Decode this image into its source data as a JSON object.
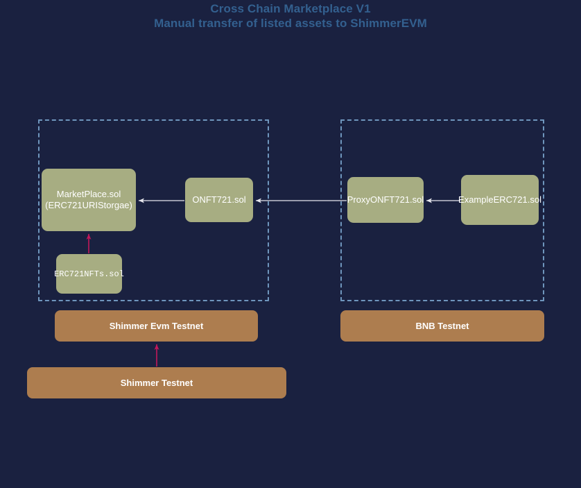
{
  "title": {
    "line1": "Cross Chain Marketplace V1",
    "line2": "Manual transfer of listed assets to ShimmerEVM",
    "color": "#33608f"
  },
  "theme": {
    "background": "#1a2140",
    "contract_fill": "#a7ad82",
    "chain_fill": "#ad7d4f",
    "group_border": "#6f96bd",
    "arrow_white": "#e8e8ee",
    "arrow_pink": "#c2185b",
    "text": "#ffffff"
  },
  "groups": [
    {
      "id": "shimmer",
      "border_style": "dashed"
    },
    {
      "id": "bnb",
      "border_style": "dashed"
    }
  ],
  "nodes": {
    "marketplace": {
      "line1": "MarketPlace.sol",
      "line2": "(ERC721URIStorgae)"
    },
    "onft721": {
      "label": "ONFT721.sol"
    },
    "proxyonft721": {
      "label": "ProxyONFT721.sol"
    },
    "exampleerc721": {
      "label": "ExampleERC721.sol"
    },
    "erc721nfts": {
      "label": "ERC721NFTs.sol"
    }
  },
  "chains": {
    "shimmer_evm": {
      "label": "Shimmer Evm Testnet"
    },
    "bnb": {
      "label": "BNB Testnet"
    },
    "shimmer": {
      "label": "Shimmer Testnet"
    }
  },
  "edges": [
    {
      "from": "onft721",
      "to": "marketplace",
      "color": "#e8e8ee"
    },
    {
      "from": "proxyonft721",
      "to": "onft721",
      "color": "#e8e8ee"
    },
    {
      "from": "exampleerc721",
      "to": "proxyonft721",
      "color": "#e8e8ee"
    },
    {
      "from": "erc721nfts",
      "to": "marketplace",
      "color": "#c2185b"
    },
    {
      "from": "shimmer_testnet",
      "to": "shimmer_evm_testnet",
      "color": "#c2185b"
    }
  ]
}
